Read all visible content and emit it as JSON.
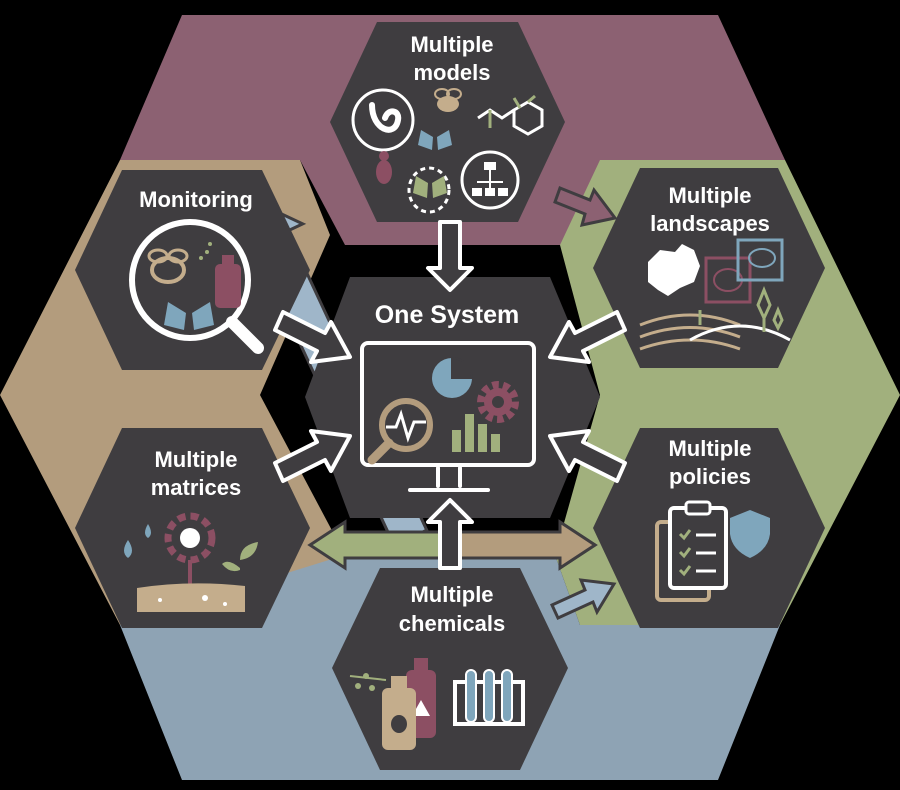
{
  "center": {
    "title": "One System"
  },
  "nodes": {
    "models": {
      "line1": "Multiple",
      "line2": "models"
    },
    "landscapes": {
      "line1": "Multiple",
      "line2": "landscapes"
    },
    "policies": {
      "line1": "Multiple",
      "line2": "policies"
    },
    "chemicals": {
      "line1": "Multiple",
      "line2": "chemicals"
    },
    "matrices": {
      "line1": "Multiple",
      "line2": "matrices"
    },
    "monitoring": {
      "line1": "Monitoring"
    }
  },
  "icons": {
    "models": [
      "stomach-icon",
      "bee-icon",
      "molecule-icon",
      "butterfly-icon",
      "insect-icon",
      "flowchart-icon"
    ],
    "landscapes": [
      "europe-map-icon",
      "contour-map-icon",
      "fields-icon",
      "tree-icon"
    ],
    "policies": [
      "clipboard-checklist-icon",
      "shield-icon"
    ],
    "chemicals": [
      "spray-can-icon",
      "hazard-bottle-icon",
      "test-tubes-icon"
    ],
    "matrices": [
      "water-drop-icon",
      "flower-icon",
      "seedling-icon",
      "soil-icon"
    ],
    "monitoring": [
      "magnifier-icon",
      "bee-icon",
      "butterfly-icon",
      "spray-can-icon"
    ],
    "center": [
      "monitor-icon",
      "pie-chart-icon",
      "gear-icon",
      "bar-chart-icon",
      "magnifier-icon"
    ]
  },
  "colors": {
    "background": "#000000",
    "hex_dark": "#3f3d40",
    "purple": "#8c6172",
    "tan": "#b39c7d",
    "green": "#a1b07d",
    "blue": "#8ea3b4",
    "light_green": "#b5c489",
    "light_blue": "#9fb6c9",
    "icon_tan": "#c4ad8c",
    "icon_maroon": "#8c4f63",
    "icon_teal": "#7fa6bc",
    "white": "#ffffff"
  }
}
